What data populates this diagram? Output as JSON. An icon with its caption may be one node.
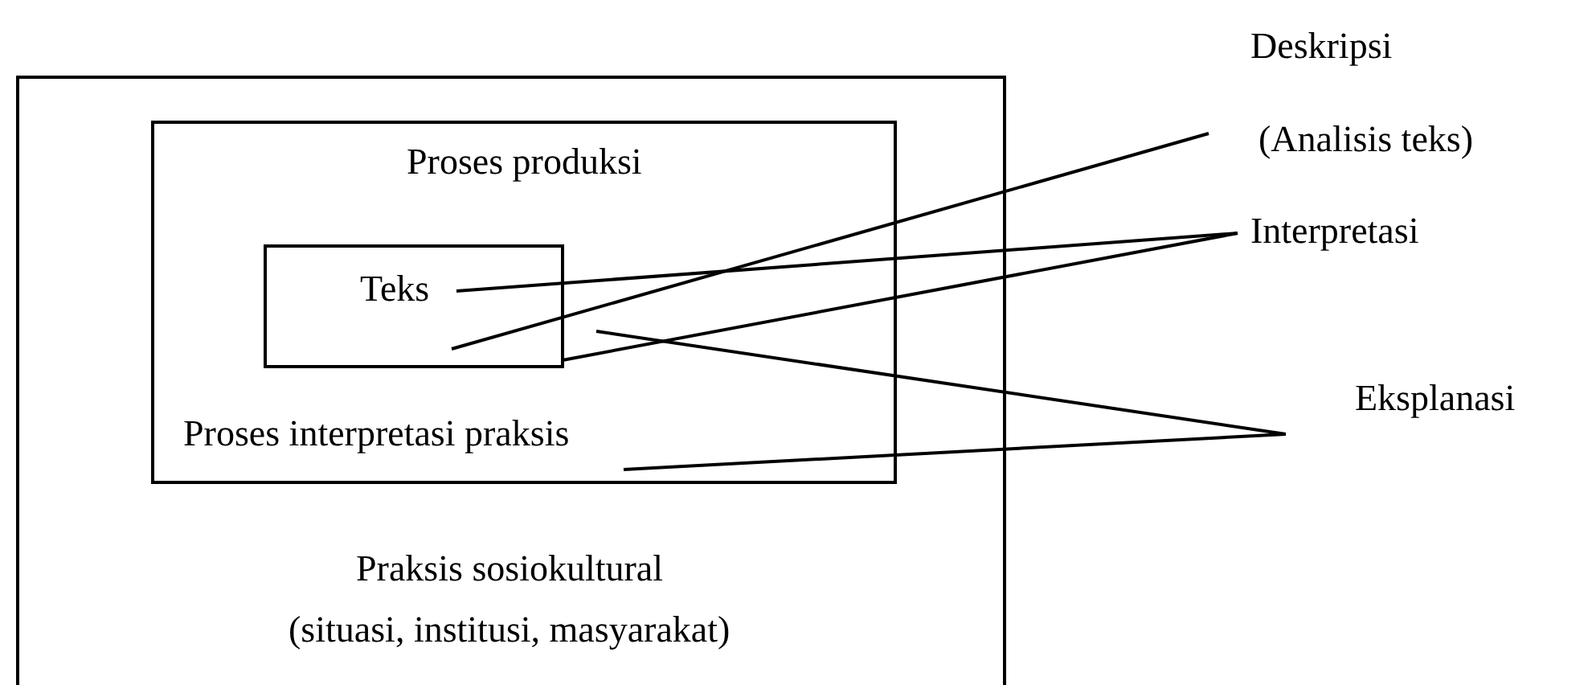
{
  "diagram": {
    "nodes": [
      {
        "text": [
          "Praksis sosiokultural",
          "(situasi, institusi, masyarakat)"
        ]
      },
      {
        "text": [
          "Proses produksi",
          "Proses interpretasi praksis"
        ],
        "in": 0
      },
      {
        "text": [
          "Teks"
        ],
        "in": 1
      },
      {
        "text": [
          "Deskripsi",
          "(Analisis teks)"
        ]
      },
      {
        "text": [
          "Interpretasi"
        ]
      },
      {
        "text": [
          "Eksplanasi"
        ]
      }
    ],
    "edges": [
      {
        "from": 3,
        "to": 2,
        "arrow": "none"
      },
      {
        "from": 4,
        "to": 2,
        "arrow": "none"
      },
      {
        "from": 4,
        "to": 1,
        "arrow": "none"
      },
      {
        "from": 5,
        "to": 1,
        "arrow": "none"
      },
      {
        "from": 5,
        "to": 1,
        "arrow": "none"
      }
    ]
  }
}
